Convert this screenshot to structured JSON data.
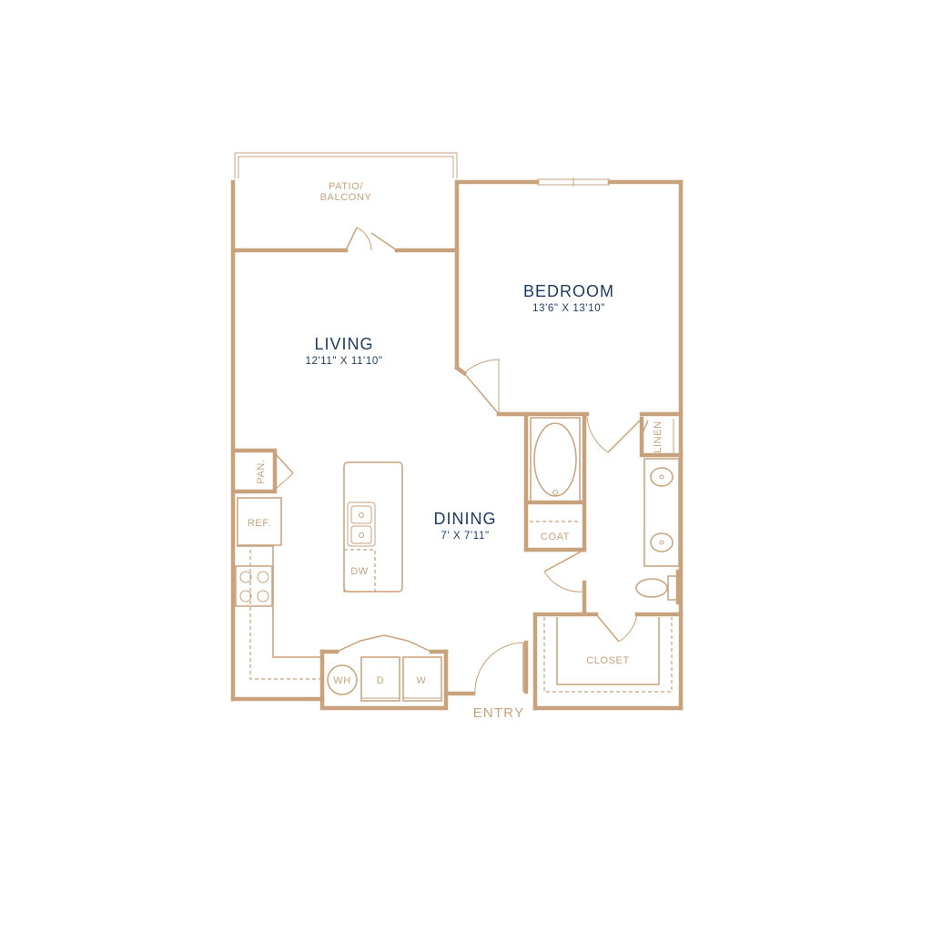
{
  "colors": {
    "wall": "#c8a27c",
    "label": "#1f3a5f",
    "fixture_label": "#c8a27c"
  },
  "rooms": {
    "patio": {
      "line1": "PATIO/",
      "line2": "BALCONY"
    },
    "living": {
      "name": "LIVING",
      "dims": "12'11\" X 11'10\""
    },
    "bedroom": {
      "name": "BEDROOM",
      "dims": "13'6\" X 13'10\""
    },
    "dining": {
      "name": "DINING",
      "dims": "7' X 7'11\""
    },
    "closet": {
      "name": "CLOSET"
    },
    "coat": {
      "name": "COAT"
    },
    "linen": {
      "name": "LINEN"
    },
    "pantry": {
      "name": "PAN."
    }
  },
  "fixtures": {
    "refrigerator": "REF.",
    "dishwasher": "DW",
    "water_heater": "WH",
    "dryer": "D",
    "washer": "W"
  },
  "entry": {
    "label": "ENTRY"
  }
}
